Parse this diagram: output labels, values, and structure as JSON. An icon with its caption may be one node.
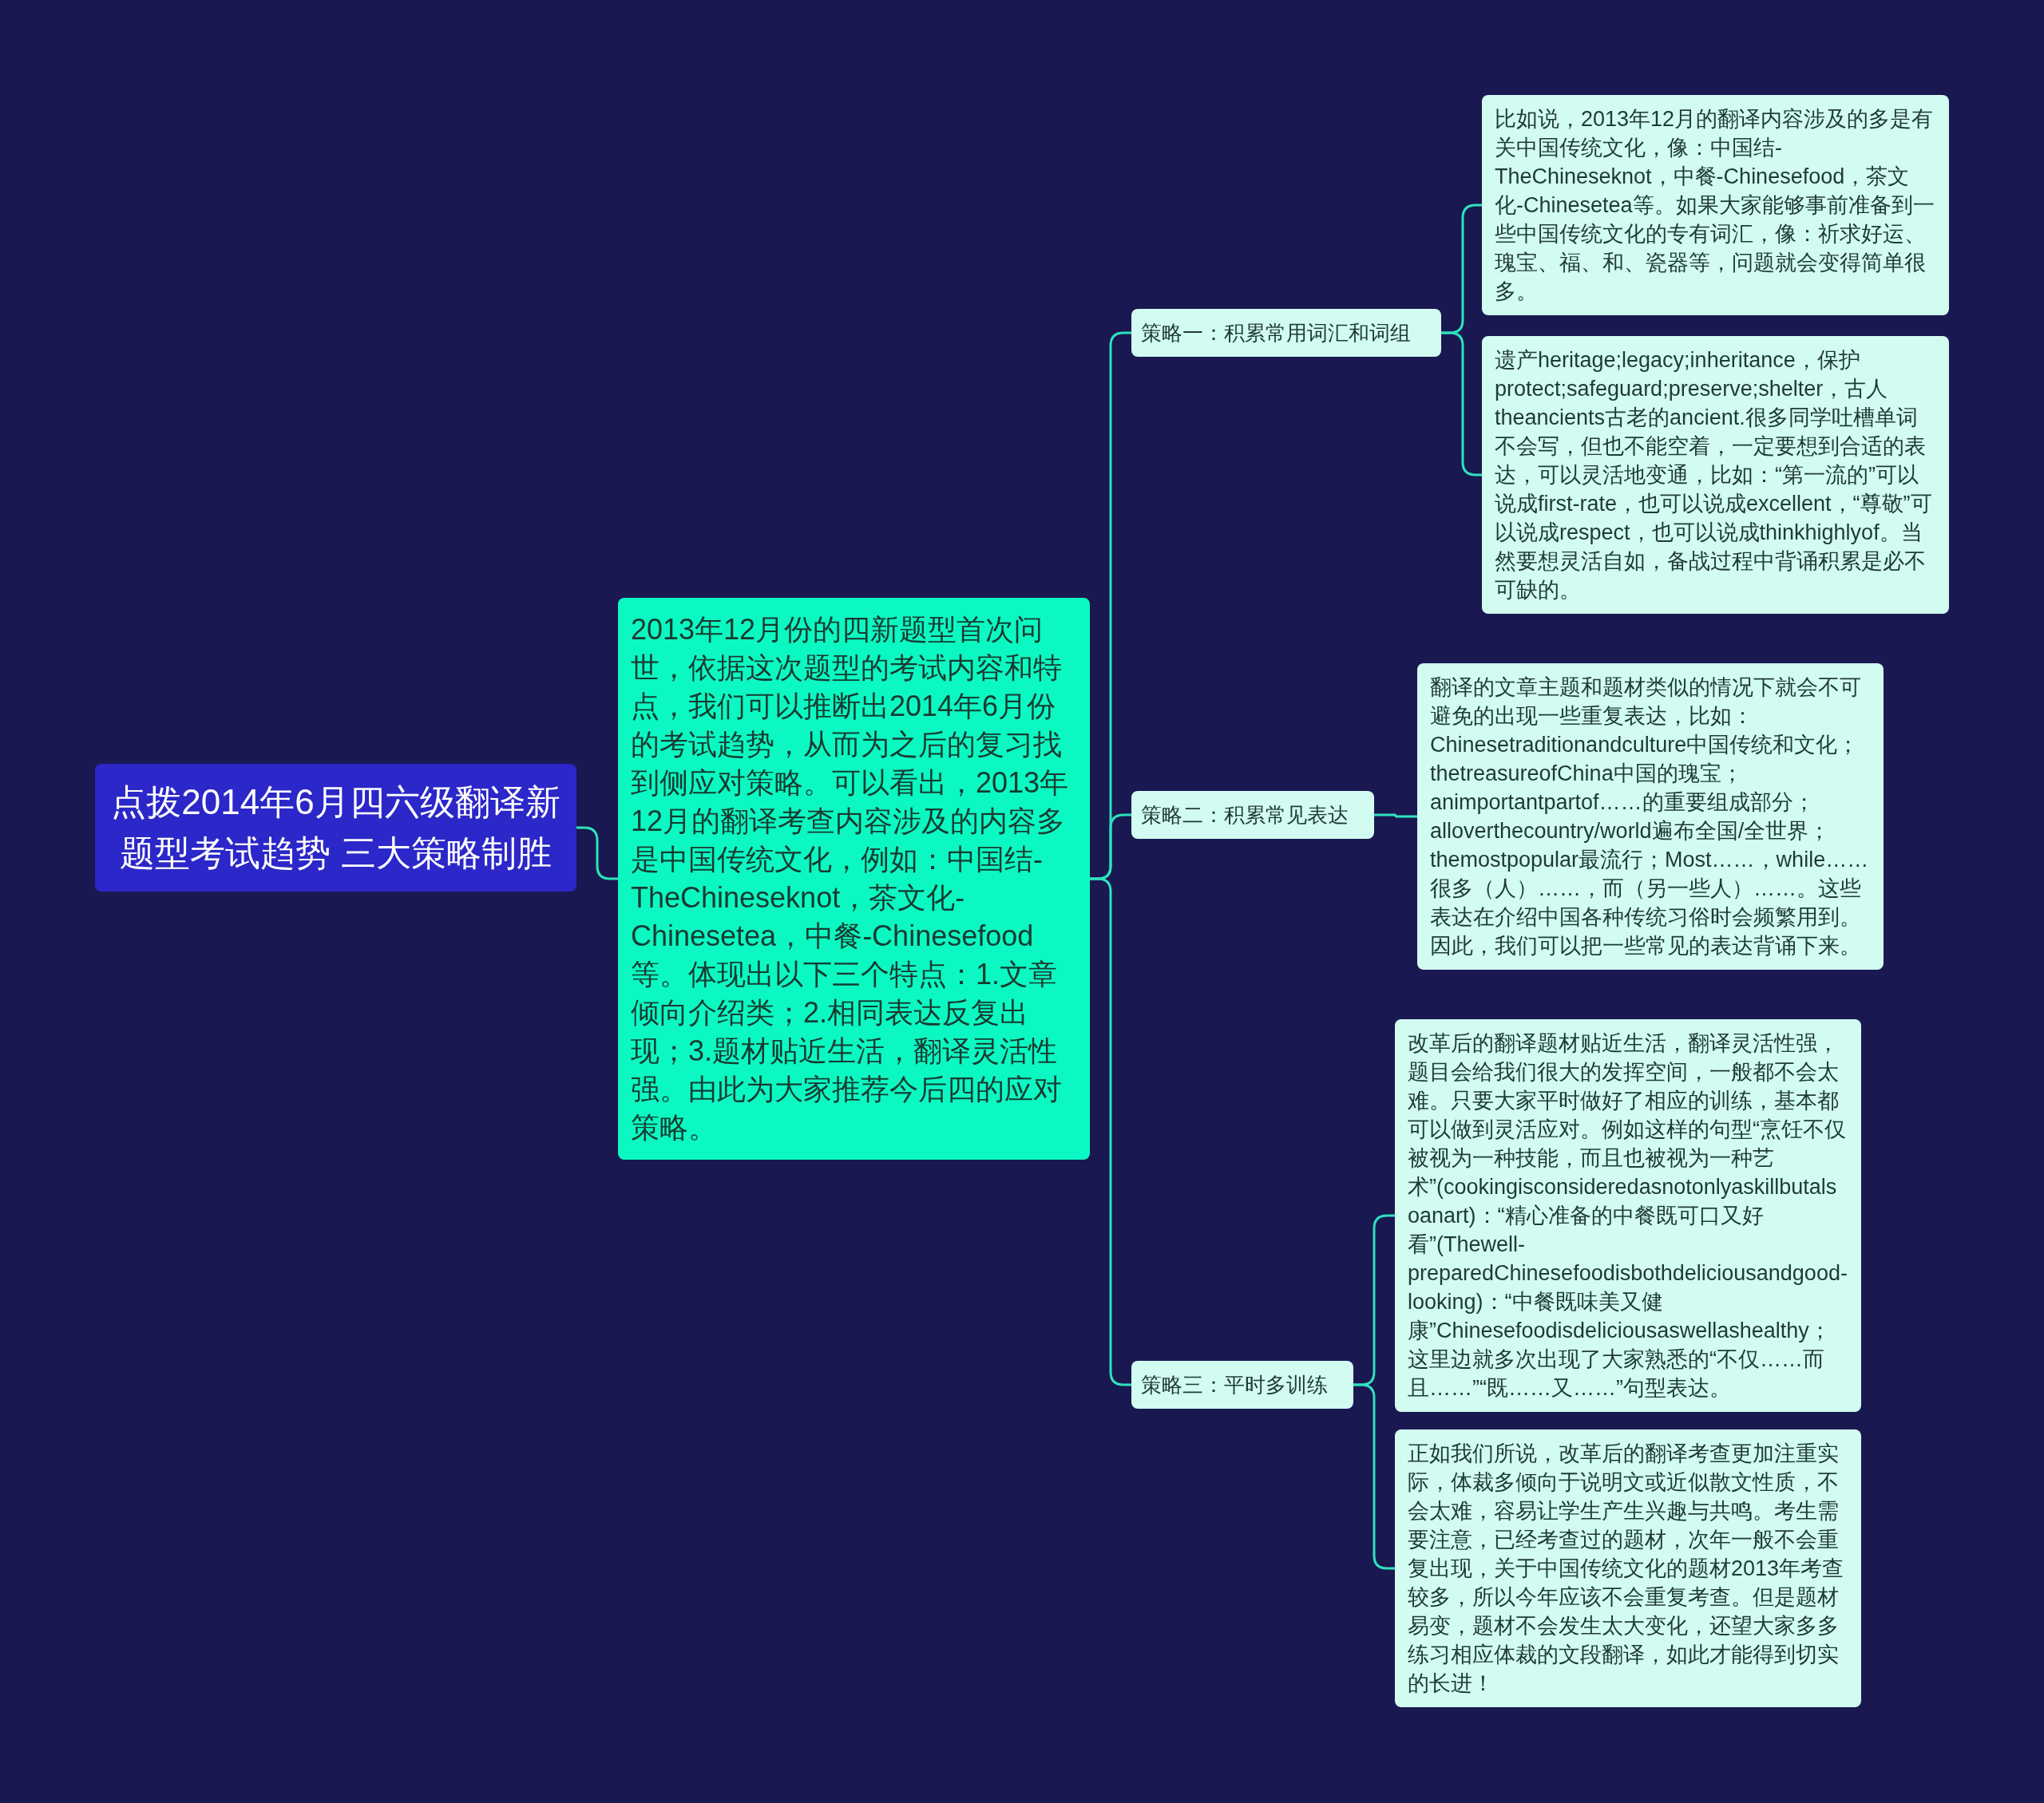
{
  "diagram": {
    "nodes": [
      {
        "text": [
          "点拨2014年6月四六级翻译新题型考试趋势 三大策略制胜"
        ]
      },
      {
        "text": [
          "2013年12月份的四新题型首次问世，依据这次题型的考试内容和特点，我们可以推断出2014年6月份的考试趋势，从而为之后的复习找到侧应对策略。可以看出，2013年12月的翻译考查内容涉及的内容多是中国传统文化，例如：中国结-TheChineseknot，茶文化-Chinesetea，中餐-Chinesefood等。体现出以下三个特点：1.文章倾向介绍类；2.相同表达反复出现；3.题材贴近生活，翻译灵活性强。由此为大家推荐今后四的应对策略。"
        ]
      },
      {
        "text": [
          "策略一：积累常用词汇和词组"
        ]
      },
      {
        "text": [
          "比如说，2013年12月的翻译内容涉及的多是有关中国传统文化，像：中国结-TheChineseknot，中餐-Chinesefood，茶文化-Chinesetea等。如果大家能够事前准备到一些中国传统文化的专有词汇，像：祈求好运、瑰宝、福、和、瓷器等，问题就会变得简单很多。"
        ]
      },
      {
        "text": [
          "遗产heritage;legacy;inheritance，保护protect;safeguard;preserve;shelter，古人theancients古老的ancient.很多同学吐槽单词不会写，但也不能空着，一定要想到合适的表达，可以灵活地变通，比如：“第一流的”可以说成first-rate，也可以说成excellent，“尊敬”可以说成respect，也可以说成thinkhighlyof。当然要想灵活自如，备战过程中背诵积累是必不可缺的。"
        ]
      },
      {
        "text": [
          "策略二：积累常见表达"
        ]
      },
      {
        "text": [
          "翻译的文章主题和题材类似的情况下就会不可避免的出现一些重复表达，比如：Chinesetraditionandculture中国传统和文化；thetreasureofChina中国的瑰宝；animportantpartof……的重要组成部分；alloverthecountry/world遍布全国/全世界；themostpopular最流行；Most……，while……很多（人）……，而（另一些人）……。这些表达在介绍中国各种传统习俗时会频繁用到。因此，我们可以把一些常见的表达背诵下来。"
        ]
      },
      {
        "text": [
          "策略三：平时多训练"
        ]
      },
      {
        "text": [
          "改革后的翻译题材贴近生活，翻译灵活性强，题目会给我们很大的发挥空间，一般都不会太难。只要大家平时做好了相应的训练，基本都可以做到灵活应对。例如这样的句型“烹饪不仅被视为一种技能，而且也被视为一种艺术”(cookingisconsideredasnotonlyaskillbutalsoanart)：“精心准备的中餐既可口又好看”(Thewell-preparedChinesefoodisbothdeliciousandgood-looking)：“中餐既味美又健康”Chinesefoodisdeliciousaswellashealthy；这里边就多次出现了大家熟悉的“不仅……而且……”“既……又……”句型表达。"
        ]
      },
      {
        "text": [
          "正如我们所说，改革后的翻译考查更加注重实际，体裁多倾向于说明文或近似散文性质，不会太难，容易让学生产生兴趣与共鸣。考生需要注意，已经考查过的题材，次年一般不会重复出现，关于中国传统文化的题材2013年考查较多，所以今年应该不会重复考查。但是题材易变，题材不会发生太大变化，还望大家多多练习相应体裁的文段翻译，如此才能得到切实的长进！"
        ]
      }
    ],
    "edges": [
      {
        "from": 0,
        "to": 1,
        "arrow": "none"
      },
      {
        "from": 1,
        "to": 2,
        "arrow": "none"
      },
      {
        "from": 1,
        "to": 5,
        "arrow": "none"
      },
      {
        "from": 1,
        "to": 7,
        "arrow": "none"
      },
      {
        "from": 2,
        "to": 3,
        "arrow": "none"
      },
      {
        "from": 2,
        "to": 4,
        "arrow": "none"
      },
      {
        "from": 5,
        "to": 6,
        "arrow": "none"
      },
      {
        "from": 7,
        "to": 8,
        "arrow": "none"
      },
      {
        "from": 7,
        "to": 9,
        "arrow": "none"
      }
    ]
  }
}
